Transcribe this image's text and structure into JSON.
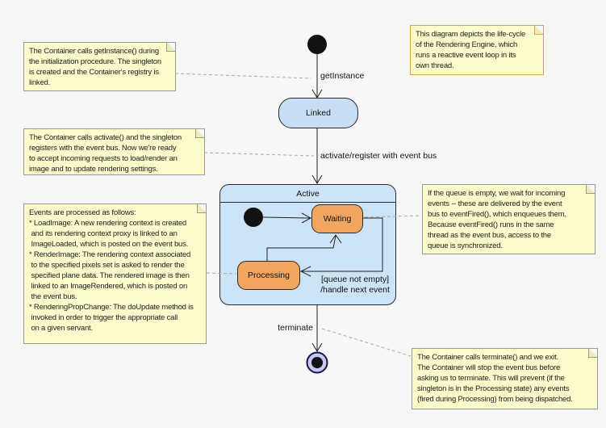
{
  "diagram_type": "uml-state-machine",
  "states": {
    "linked": {
      "label": "Linked"
    },
    "active": {
      "label": "Active"
    },
    "waiting": {
      "label": "Waiting"
    },
    "processing": {
      "label": "Processing"
    }
  },
  "transitions": {
    "getInstance": {
      "label": "getInstance"
    },
    "activate": {
      "label": "activate/register with event bus"
    },
    "queue": {
      "label": "[queue not empty]\n/handle next event"
    },
    "terminate": {
      "label": "terminate"
    }
  },
  "notes": [
    {
      "id": "note-getinstance",
      "text": "The Container calls getInstance() during\nthe initialization procedure. The singleton\nis created and the Container's registry is\nlinked."
    },
    {
      "id": "note-lifecycle",
      "text": "This diagram depicts the life-cycle\nof the Rendering Engine, which\nruns a reactive event loop in its\nown thread."
    },
    {
      "id": "note-activate",
      "text": "The Container calls activate() and the singleton\nregisters with the event bus. Now we're ready\nto accept incoming requests to load/render an\nimage and to update rendering settings."
    },
    {
      "id": "note-events",
      "text": "Events are processed as follows:\n* LoadImage: A new rendering context is created\n and its rendering context proxy is linked to an\n ImageLoaded, which is posted on the event bus.\n* RenderImage: The rendering context associated\n to the specified pixels set is asked to render the\n specified plane data. The rendered image is then\n linked to an ImageRendered, which is posted on\n the event bus.\n* RenderingPropChange: The doUpdate method is\n invoked in order to trigger the appropriate call\n on a given servant."
    },
    {
      "id": "note-queue",
      "text": "If the queue is empty, we wait for incoming\nevents -- these are delivered by the event\nbus to eventFired(), which enqueues them.\nBecause eventFired() runs in the same\nthread as the event bus, access to the\nqueue is synchronized."
    },
    {
      "id": "note-terminate",
      "text": "The Container calls terminate() and we exit.\nThe Container will stop the event bus before\nasking us to terminate. This will prevent (if the\nsingleton is in the Processing state) any events\n(fired during Processing) from being dispatched."
    }
  ],
  "colors": {
    "background": "#f7f7f7",
    "state_blue": "#c7def5",
    "composite_blue": "#cce3f8",
    "state_orange": "#f2a55e",
    "note_yellow": "#fbfbcb",
    "note_border_gray": "#9a9a9a",
    "note_border_orange": "#dfa453",
    "final_state_lavender": "#c9c9ef",
    "line_black": "#1f1f1f",
    "connector_gray": "#ababab"
  }
}
